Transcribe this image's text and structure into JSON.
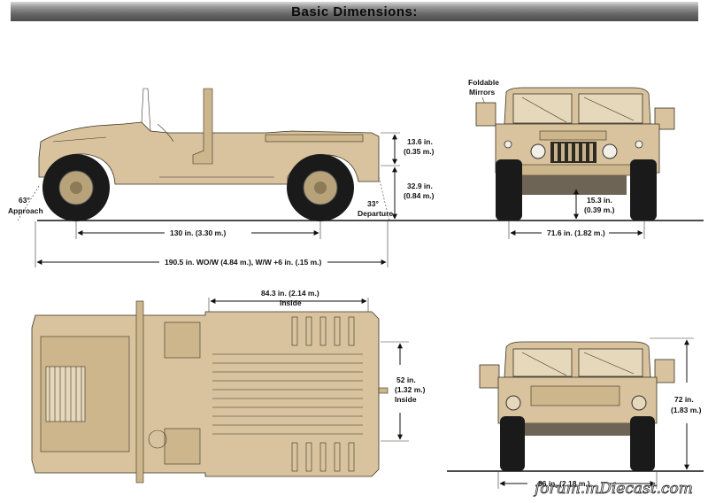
{
  "header": {
    "title": "Basic Dimensions:"
  },
  "side_view": {
    "height_upper": {
      "line1": "13.6 in.",
      "line2": "(0.35 m.)"
    },
    "height_lower": {
      "line1": "32.9 in.",
      "line2": "(0.84 m.)"
    },
    "approach": {
      "line1": "63°",
      "line2": "Approach"
    },
    "departure": {
      "line1": "33°",
      "line2": "Departure"
    },
    "wheelbase": "130 in. (3.30 m.)",
    "overall_length": "190.5 in. WO/W (4.84 m.), W/W +6 in. (.15 m.)"
  },
  "front_view": {
    "mirrors": {
      "line1": "Foldable",
      "line2": "Mirrors"
    },
    "ground_clearance": {
      "line1": "15.3 in.",
      "line2": "(0.39 m.)"
    },
    "track_width": "71.6 in. (1.82 m.)"
  },
  "top_view": {
    "bed_length": {
      "line1": "84.3 in. (2.14 m.)",
      "line2": "Inside"
    },
    "bed_width": {
      "line1": "52 in.",
      "line2": "(1.32 m.)",
      "line3": "Inside"
    }
  },
  "rear_view": {
    "height": {
      "line1": "72 in.",
      "line2": "(1.83 m.)"
    },
    "width": "86 in. (2.18 m.)"
  },
  "watermark": "forum.mDiecast.com",
  "colors": {
    "vehicle": "#d8c39e",
    "outline": "#3a3324",
    "tire": "#1a1a1a"
  }
}
